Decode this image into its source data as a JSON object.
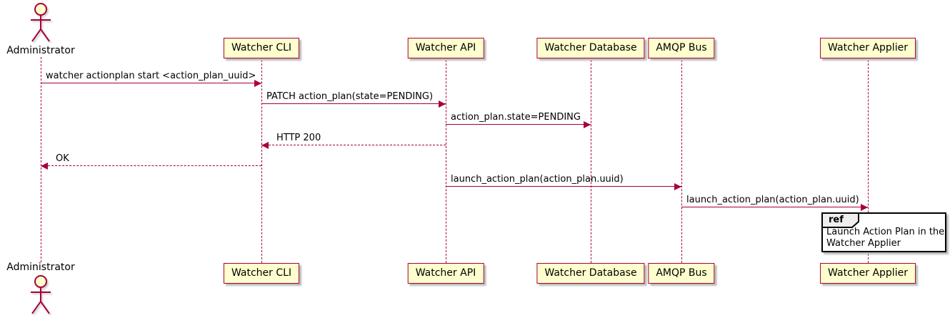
{
  "diagram_type": "uml-sequence-diagram",
  "actor": {
    "name": "Administrator"
  },
  "participants": [
    {
      "label": "Watcher CLI"
    },
    {
      "label": "Watcher API"
    },
    {
      "label": "Watcher Database"
    },
    {
      "label": "AMQP Bus"
    },
    {
      "label": "Watcher Applier"
    }
  ],
  "messages": [
    {
      "from": "Administrator",
      "to": "Watcher CLI",
      "style": "solid",
      "label": "watcher actionplan start <action_plan_uuid>"
    },
    {
      "from": "Watcher CLI",
      "to": "Watcher API",
      "style": "solid",
      "label": "PATCH action_plan(state=PENDING)"
    },
    {
      "from": "Watcher API",
      "to": "Watcher Database",
      "style": "solid",
      "label": "action_plan.state=PENDING"
    },
    {
      "from": "Watcher API",
      "to": "Watcher CLI",
      "style": "dashed",
      "label": "HTTP 200"
    },
    {
      "from": "Watcher CLI",
      "to": "Administrator",
      "style": "dashed",
      "label": "OK"
    },
    {
      "from": "Watcher API",
      "to": "AMQP Bus",
      "style": "solid",
      "label": "launch_action_plan(action_plan.uuid)"
    },
    {
      "from": "AMQP Bus",
      "to": "Watcher Applier",
      "style": "solid",
      "label": "launch_action_plan(action_plan.uuid)"
    }
  ],
  "ref_fragment": {
    "keyword": "ref",
    "over": "Watcher Applier",
    "lines": [
      "Launch Action Plan in the",
      "Watcher Applier"
    ]
  },
  "colors": {
    "arrow": "#A80036",
    "lifeline": "#A80036",
    "participant_fill": "#FEFECE",
    "participant_border": "#A80036",
    "text": "#000000",
    "ref_border": "#000000",
    "ref_header_fill": "#EEEEEE",
    "shadow": "#BBBBBB",
    "bg": "#FFFFFF"
  }
}
